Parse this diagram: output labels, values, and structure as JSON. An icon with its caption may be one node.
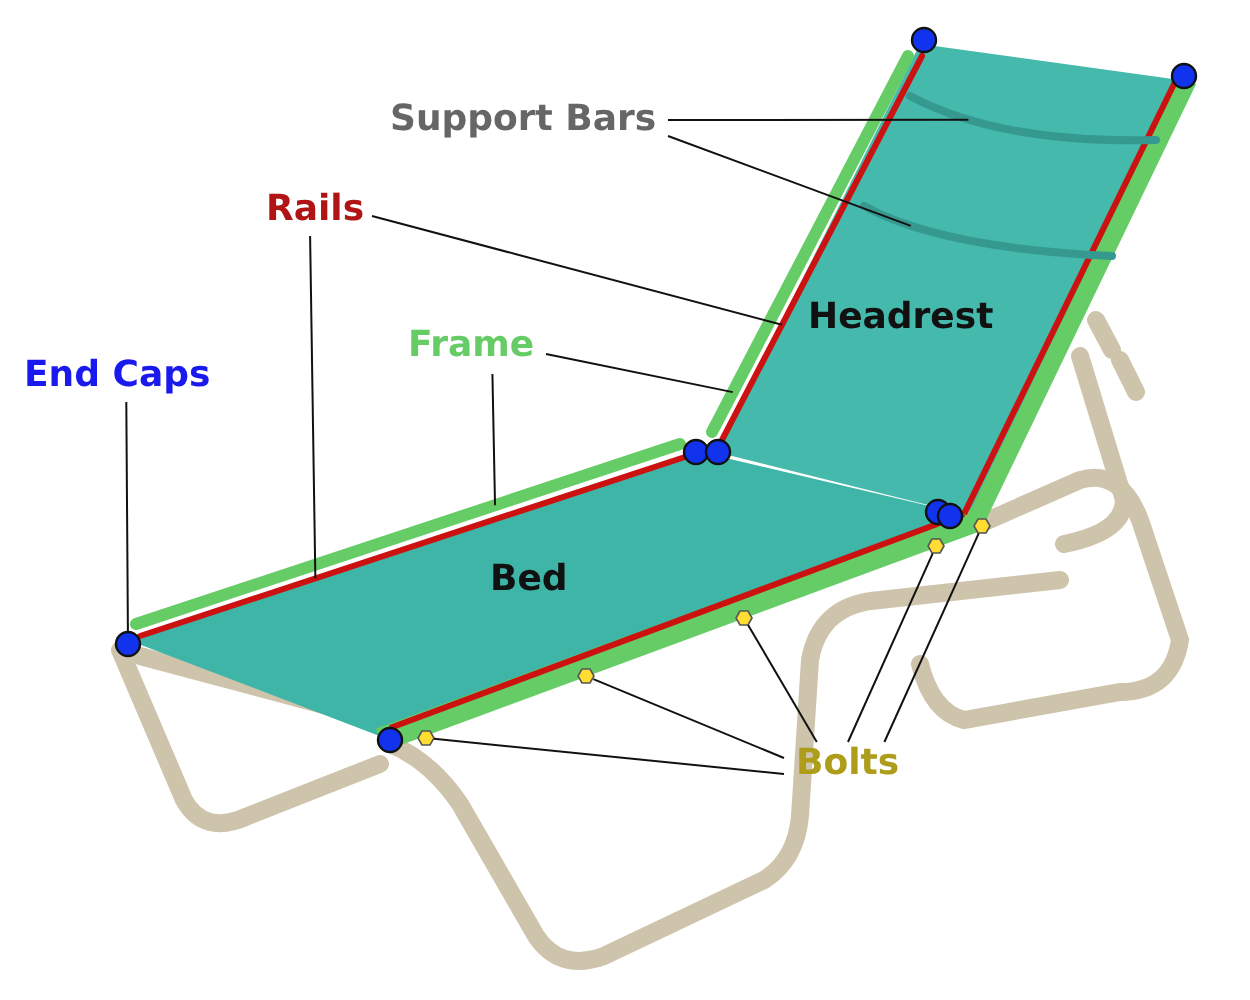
{
  "diagram": {
    "nodes": [
      {
        "text": [
          "Support Bars"
        ]
      },
      {
        "text": [
          "Rails"
        ]
      },
      {
        "text": [
          "End Caps"
        ]
      },
      {
        "text": [
          "Frame"
        ]
      },
      {
        "text": [
          "Bolts"
        ]
      },
      {
        "text": [],
        "shape": "bar"
      },
      {
        "text": [],
        "shape": "bar"
      },
      {
        "text": [],
        "shape": "bar"
      },
      {
        "text": [],
        "shape": "bar"
      },
      {
        "text": [],
        "shape": "bar"
      },
      {
        "text": [],
        "shape": "bar"
      },
      {
        "text": [],
        "shape": "circle"
      },
      {
        "text": [],
        "shape": "hexagon"
      },
      {
        "text": [],
        "shape": "hexagon"
      },
      {
        "text": [],
        "shape": "hexagon"
      },
      {
        "text": [],
        "shape": "hexagon"
      },
      {
        "text": [],
        "shape": "hexagon"
      },
      {
        "text": [],
        "shape": "circle"
      },
      {
        "text": [],
        "shape": "circle"
      },
      {
        "text": [],
        "shape": "circle"
      },
      {
        "text": [],
        "shape": "circle"
      },
      {
        "text": [],
        "shape": "circle"
      },
      {
        "text": [],
        "shape": "circle"
      },
      {
        "text": [],
        "shape": "circle"
      }
    ],
    "edges": [
      {
        "from": 0,
        "to": 5,
        "arrow": "none"
      },
      {
        "from": 0,
        "to": 6,
        "arrow": "none"
      },
      {
        "from": 1,
        "to": 7,
        "arrow": "none"
      },
      {
        "from": 1,
        "to": 8,
        "arrow": "none"
      },
      {
        "from": 3,
        "to": 9,
        "arrow": "none"
      },
      {
        "from": 3,
        "to": 10,
        "arrow": "none"
      },
      {
        "from": 2,
        "to": 11,
        "arrow": "none"
      },
      {
        "from": 4,
        "to": 12,
        "arrow": "none"
      },
      {
        "from": 4,
        "to": 13,
        "arrow": "none"
      },
      {
        "from": 4,
        "to": 14,
        "arrow": "none"
      },
      {
        "from": 4,
        "to": 15,
        "arrow": "none"
      },
      {
        "from": 4,
        "to": 16,
        "arrow": "none"
      }
    ],
    "labels": [
      "Headrest",
      "Bed"
    ]
  }
}
